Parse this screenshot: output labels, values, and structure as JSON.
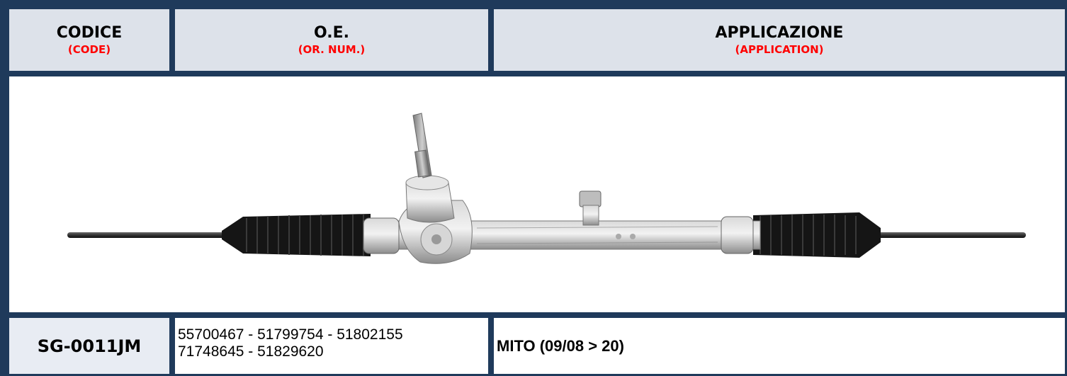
{
  "header": {
    "code": {
      "title": "CODICE",
      "subtitle": "(CODE)"
    },
    "oe": {
      "title": "O.E.",
      "subtitle": "(OR. NUM.)"
    },
    "application": {
      "title": "APPLICAZIONE",
      "subtitle": "(APPLICATION)"
    }
  },
  "product": {
    "code": "SG-0011JM",
    "oe_numbers": [
      "55700467 - 51799754 - 51802155",
      "71748645 - 51829620"
    ],
    "application": "MITO (09/08 > 20)"
  },
  "colors": {
    "frame": "#1f3a5b",
    "header_bg": "#dde2ea",
    "subtitle": "#ff0000",
    "code_bg": "#e8ecf3"
  }
}
